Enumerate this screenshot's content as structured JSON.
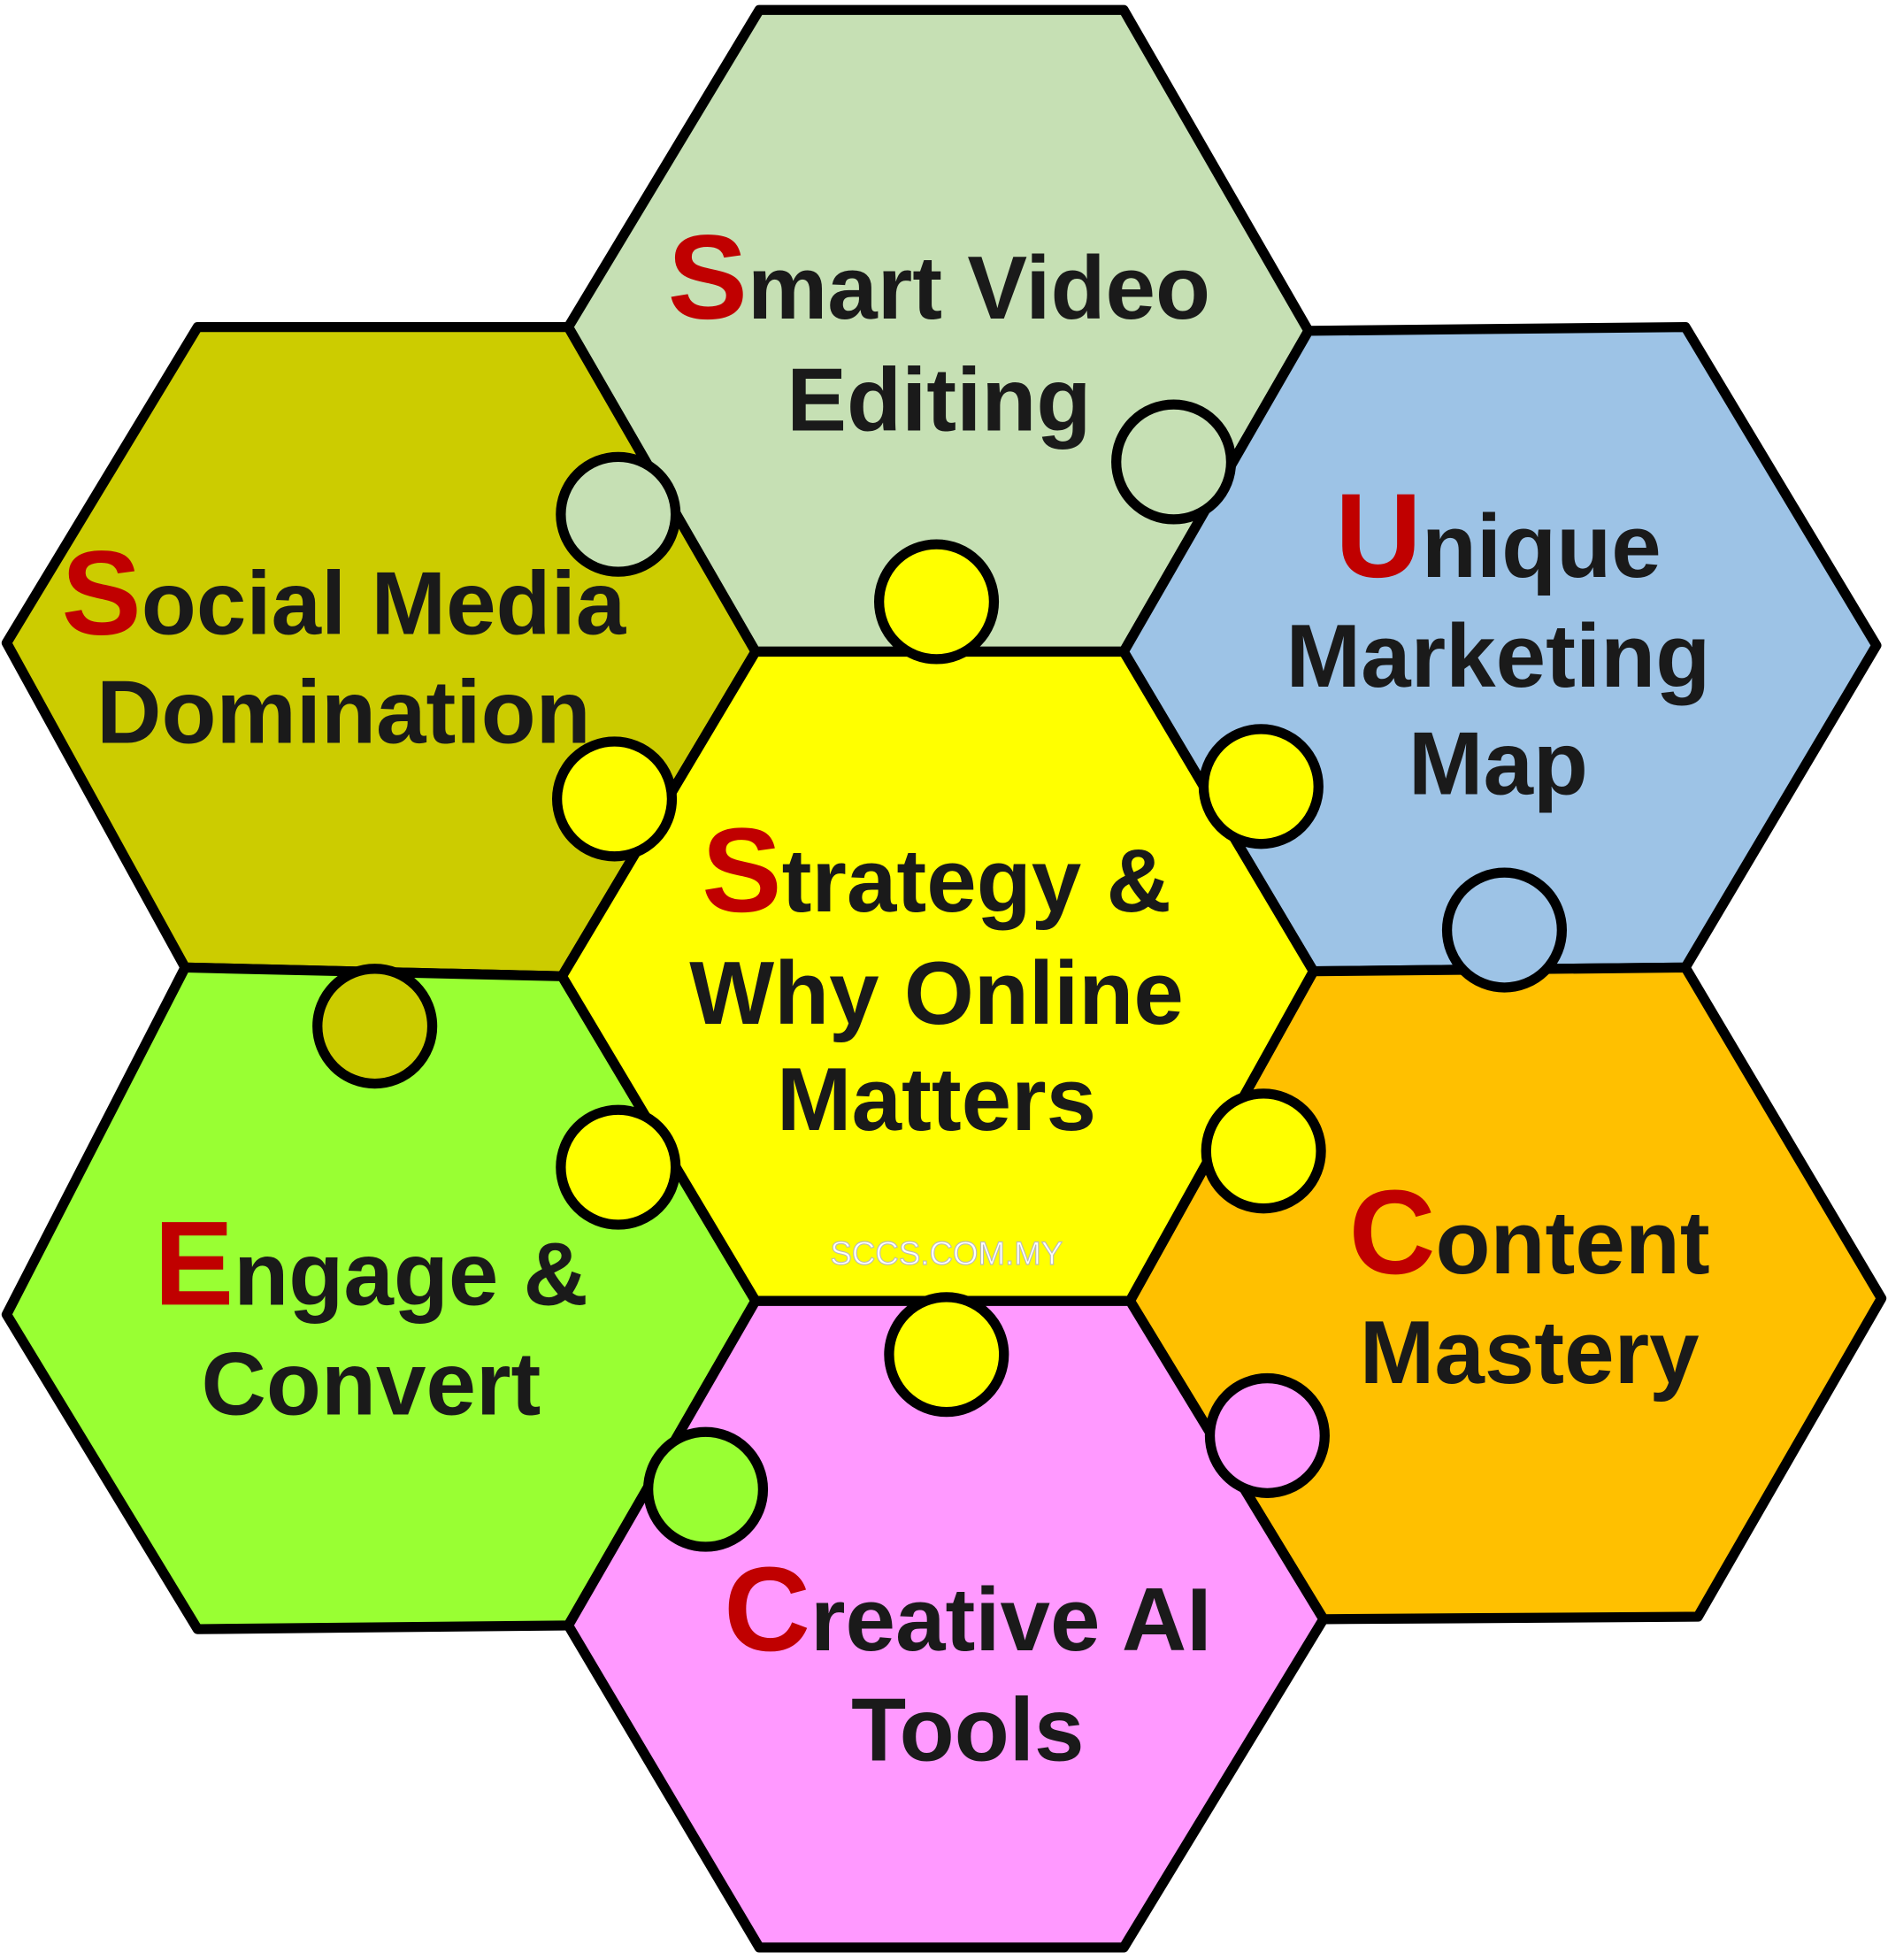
{
  "colors": {
    "center": "#FFFF00",
    "top": "#C6E0B4",
    "top_left": "#CCCC00",
    "top_right": "#9DC3E6",
    "bottom_left": "#99FF33",
    "bottom_right": "#FFC000",
    "bottom": "#FF99FF",
    "initial_letter": "#C00000"
  },
  "pieces": {
    "center": {
      "initial": "S",
      "line1": "trategy &",
      "line2": "Why Online",
      "line3": "Matters"
    },
    "top": {
      "initial": "S",
      "line1": "mart Video",
      "line2": "Editing"
    },
    "top_left": {
      "initial": "S",
      "line1": "ocial Media",
      "line2": "Domination"
    },
    "top_right": {
      "initial": "U",
      "line1": "nique",
      "line2": "Marketing",
      "line3": "Map"
    },
    "bottom_left": {
      "initial": "E",
      "line1": "ngage &",
      "line2": "Convert"
    },
    "bottom_right": {
      "initial": "C",
      "line1": "ontent",
      "line2": "Mastery"
    },
    "bottom": {
      "initial": "C",
      "line1": "reative AI",
      "line2": "Tools"
    }
  },
  "watermark": "SCCS.COM.MY"
}
